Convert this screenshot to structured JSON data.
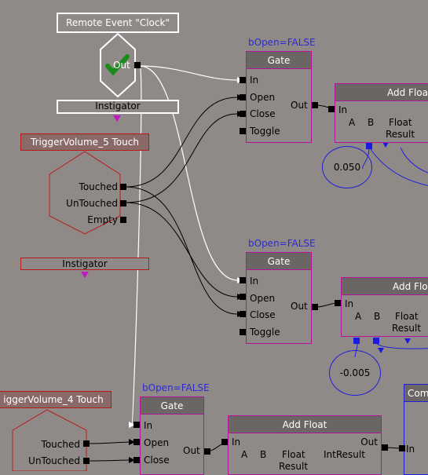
{
  "remote_event": {
    "title": "Remote Event \"Clock\"",
    "out": "Out",
    "instigator": "Instigator"
  },
  "trigger_5": {
    "title": "TriggerVolume_5 Touch",
    "touched": "Touched",
    "untouched": "UnTouched",
    "empty": "Empty",
    "instigator": "Instigator"
  },
  "trigger_4": {
    "title": "iggerVolume_4 Touch",
    "touched": "Touched",
    "untouched": "UnTouched"
  },
  "gate_1": {
    "comment": "bOpen=FALSE",
    "title": "Gate",
    "in": "In",
    "open": "Open",
    "close": "Close",
    "toggle": "Toggle",
    "out": "Out"
  },
  "gate_2": {
    "comment": "bOpen=FALSE",
    "title": "Gate",
    "in": "In",
    "open": "Open",
    "close": "Close",
    "toggle": "Toggle",
    "out": "Out"
  },
  "gate_3": {
    "comment": "bOpen=FALSE",
    "title": "Gate",
    "in": "In",
    "open": "Open",
    "close": "Close",
    "out": "Out"
  },
  "add_float_1": {
    "title": "Add Floa",
    "in": "In",
    "a": "A",
    "b": "B",
    "float_result_1": "Float",
    "float_result_2": "Result",
    "const": "0.050"
  },
  "add_float_2": {
    "title": "Add Flo",
    "in": "In",
    "a": "A",
    "b": "B",
    "float_result_1": "Float",
    "float_result_2": "Result",
    "const": "-0.005"
  },
  "add_float_3": {
    "title": "Add Float",
    "in": "In",
    "out": "Out",
    "a": "A",
    "b": "B",
    "float_result_1": "Float",
    "float_result_2": "Result",
    "int_result": "IntResult"
  },
  "com_node": {
    "title": "Com",
    "in": "In"
  },
  "colors": {
    "background": "#8f8a88",
    "sequence_border": "#b0159a",
    "event_border": "#b41c1c",
    "wire_white": "#ffffff",
    "wire_black": "#000000",
    "wire_blue": "#1f1fd8",
    "check_green": "#1a8a1a",
    "var_magenta": "#c018c0"
  }
}
